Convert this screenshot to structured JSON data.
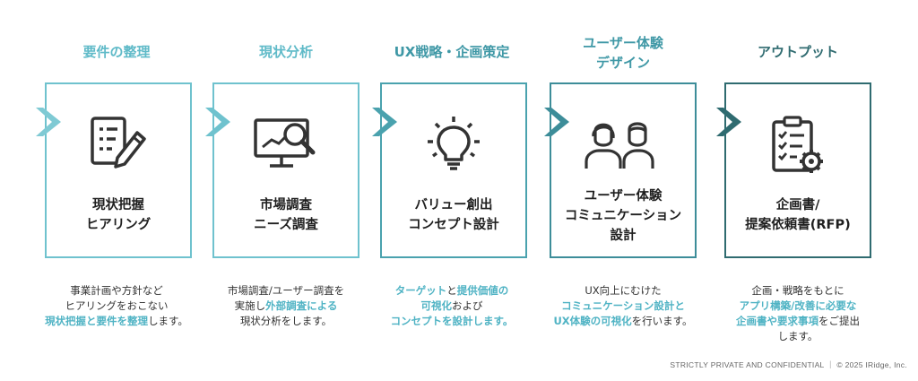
{
  "steps": [
    {
      "heading": [
        "要件の整理"
      ],
      "label": [
        "現状把握",
        "ヒアリング"
      ],
      "icon": "document-pencil-icon",
      "desc": [
        [
          {
            "t": "事業計画や方針など",
            "h": false
          }
        ],
        [
          {
            "t": "ヒアリングをおこない",
            "h": false
          }
        ],
        [
          {
            "t": "現状把握と要件を整理",
            "h": true
          },
          {
            "t": "します。",
            "h": false
          }
        ]
      ]
    },
    {
      "heading": [
        "現状分析"
      ],
      "label": [
        "市場調査",
        "ニーズ調査"
      ],
      "icon": "monitor-search-icon",
      "desc": [
        [
          {
            "t": "市場調査/ユーザー調査を",
            "h": false
          }
        ],
        [
          {
            "t": "実施し",
            "h": false
          },
          {
            "t": "外部調査による",
            "h": true
          }
        ],
        [
          {
            "t": "現状分析をします。",
            "h": false
          }
        ]
      ]
    },
    {
      "heading": [
        "UX戦略・企画策定"
      ],
      "label": [
        "バリュー創出",
        "コンセプト設計"
      ],
      "icon": "lightbulb-icon",
      "desc": [
        [
          {
            "t": "ターゲット",
            "h": true
          },
          {
            "t": "と",
            "h": false
          },
          {
            "t": "提供価値の",
            "h": true
          }
        ],
        [
          {
            "t": "可視化",
            "h": true
          },
          {
            "t": "および",
            "h": false
          }
        ],
        [
          {
            "t": "コンセプトを設計します。",
            "h": true
          }
        ]
      ]
    },
    {
      "heading": [
        "ユーザー体験",
        "デザイン"
      ],
      "label": [
        "ユーザー体験",
        "コミュニケーション",
        "設計"
      ],
      "icon": "users-icon",
      "desc": [
        [
          {
            "t": "UX向上にむけた",
            "h": false
          }
        ],
        [
          {
            "t": "コミュニケーション設計と",
            "h": true
          }
        ],
        [
          {
            "t": "UX体験の可視化",
            "h": true
          },
          {
            "t": "を行います。",
            "h": false
          }
        ]
      ]
    },
    {
      "heading": [
        "アウトプット"
      ],
      "label": [
        "企画書/",
        "提案依頼書(RFP)"
      ],
      "icon": "clipboard-checklist-icon",
      "desc": [
        [
          {
            "t": "企画・戦略をもとに",
            "h": false
          }
        ],
        [
          {
            "t": "アプリ構築/改善に必要な",
            "h": true
          }
        ],
        [
          {
            "t": "企画書や要求事項",
            "h": true
          },
          {
            "t": "をご提出",
            "h": false
          }
        ],
        [
          {
            "t": "します。",
            "h": false
          }
        ]
      ]
    }
  ],
  "colors": {
    "teal_light": "#5fbac8",
    "teal_mid": "#3f98a6",
    "teal_dark": "#2f6b70",
    "highlight": "#4fb3c4"
  },
  "footer": "STRICTLY PRIVATE AND CONFIDENTIAL ｜ © 2025  IRidge, Inc."
}
